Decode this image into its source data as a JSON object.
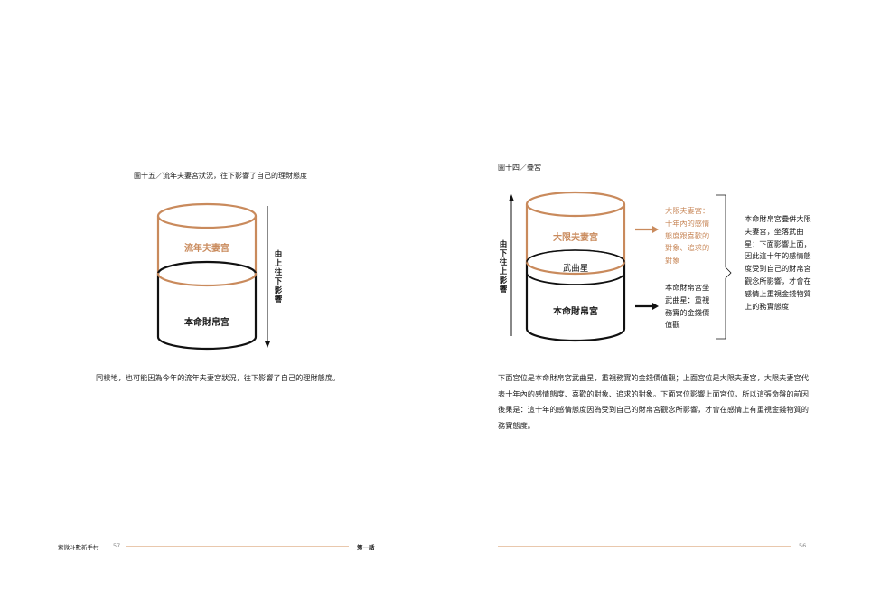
{
  "left_page": {
    "figure_caption": "圖十五／流年夫妻宮狀況，往下影響了自己的理財態度",
    "top_label": "流年夫妻宮",
    "bottom_label": "本命財帛宮",
    "arrow_label": "由上往下影響",
    "body": "同樣地，也可能因為今年的流年夫妻宮狀況，往下影響了自己的理財態度。",
    "footer": {
      "book_title": "紫微斗數新手村",
      "page_number": "57",
      "chapter": "第一話"
    }
  },
  "right_page": {
    "figure_caption": "圖十四／疊宮",
    "top_label": "大限夫妻宮",
    "middle_label": "武曲星",
    "bottom_label": "本命財帛宮",
    "arrow_label": "由下往上影響",
    "annotation_top": "大限夫妻宮：十年內的感情態度跟喜歡的對象、追求的對象",
    "annotation_bottom": "本命財帛宮坐武曲星：重視務實的金錢價值觀",
    "bracket_note": "本命財帛宮疊併大限夫妻宮，坐落武曲星：下面影響上面，因此這十年的感情態度受到自己的財帛宮觀念所影響，才會在感情上重視金錢物質上的務實態度",
    "body": "下面宮位是本命財帛宮武曲星，重視務實的金錢價值觀；上面宮位是大限夫妻宮，大限夫妻宮代表十年內的感情態度、喜歡的對象、追求的對象。下面宮位影響上面宮位，所以這張命盤的前因後果是：這十年的感情態度因為受到自己的財帛宮觀念所影響，才會在感情上有重視金錢物質的務實態度。",
    "footer": {
      "page_number": "56"
    }
  },
  "colors": {
    "accent": "#c98a5c",
    "ink": "#111111",
    "rule": "#e9c8ad"
  }
}
